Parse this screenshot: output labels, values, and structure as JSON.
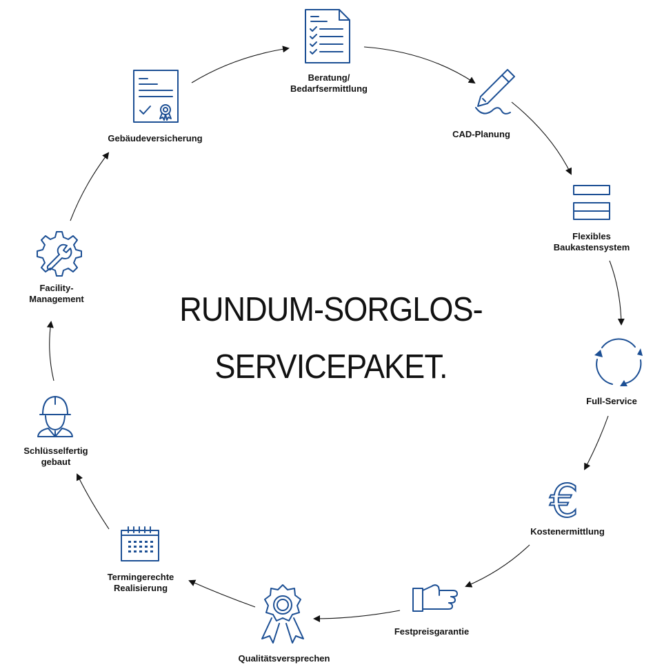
{
  "title": {
    "line1": "RUNDUM-SORGLOS-",
    "line2": "SERVICEPAKET."
  },
  "steps": [
    {
      "line1": "Beratung/",
      "line2": "Bedarfsermittlung",
      "icon": "checklist-document-icon"
    },
    {
      "line1": "CAD-Planung",
      "line2": "",
      "icon": "pencil-icon"
    },
    {
      "line1": "Flexibles",
      "line2": "Baukastensystem",
      "icon": "stacked-modules-icon"
    },
    {
      "line1": "Full-Service",
      "line2": "",
      "icon": "circular-arrows-icon"
    },
    {
      "line1": "Kostenermittlung",
      "line2": "",
      "icon": "euro-icon"
    },
    {
      "line1": "Festpreisgarantie",
      "line2": "",
      "icon": "handshake-hand-icon"
    },
    {
      "line1": "Qualitätsversprechen",
      "line2": "",
      "icon": "quality-badge-icon"
    },
    {
      "line1": "Termingerechte",
      "line2": "Realisierung",
      "icon": "calendar-icon"
    },
    {
      "line1": "Schlüsselfertig",
      "line2": "gebaut",
      "icon": "construction-worker-icon"
    },
    {
      "line1": "Facility-",
      "line2": "Management",
      "icon": "gear-wrench-icon"
    },
    {
      "line1": "Gebäudeversicherung",
      "line2": "",
      "icon": "certificate-document-icon"
    }
  ],
  "colors": {
    "icon": "#1c4f94",
    "text": "#111111",
    "arrow": "#111111"
  }
}
